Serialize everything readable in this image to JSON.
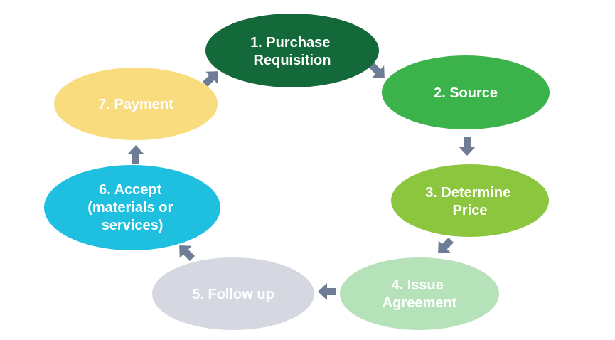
{
  "steps": [
    {
      "lines": [
        "1. Purchase",
        "Requisition"
      ],
      "color": "#13693a"
    },
    {
      "lines": [
        "2. Source"
      ],
      "color": "#3cb34a"
    },
    {
      "lines": [
        "3. Determine",
        "Price"
      ],
      "color": "#8cc63f"
    },
    {
      "lines": [
        "4. Issue",
        "Agreement"
      ],
      "color": "#b5e2b8"
    },
    {
      "lines": [
        "5. Follow up"
      ],
      "color": "#d5d8e0"
    },
    {
      "lines": [
        "6. Accept",
        "(materials or",
        "services)"
      ],
      "color": "#1ebfdf"
    },
    {
      "lines": [
        "7. Payment"
      ],
      "color": "#f8dc7e"
    }
  ],
  "arrow_color": "#6f7c95"
}
